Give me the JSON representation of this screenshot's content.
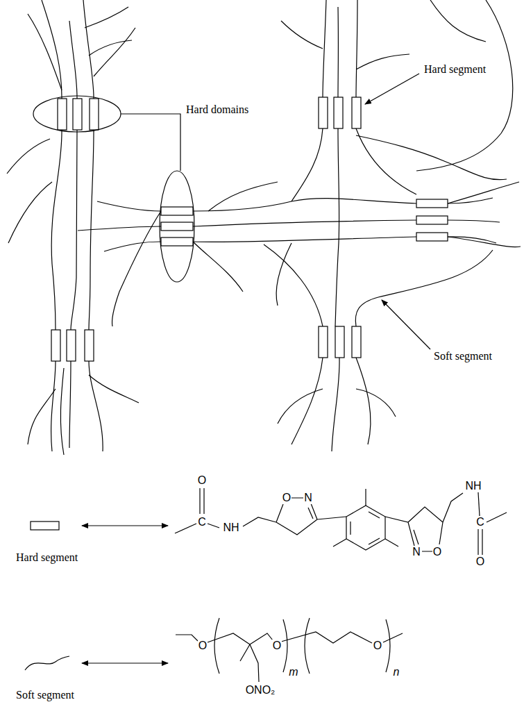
{
  "diagram": {
    "labels": [
      "Hard domains",
      "Hard segment",
      "Soft segment",
      "O",
      "C",
      "NH",
      "O",
      "N",
      "N",
      "O",
      "NH",
      "C",
      "O",
      "O",
      "O",
      "O",
      "ONO₂",
      "m",
      "n"
    ],
    "legend": [
      {
        "text": "Hard segment"
      },
      {
        "text": "Soft segment"
      }
    ]
  }
}
